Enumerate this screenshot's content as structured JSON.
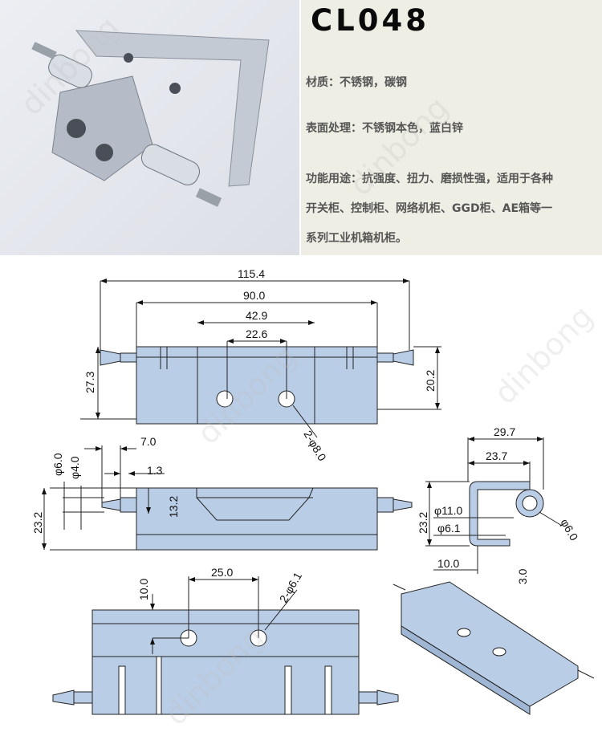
{
  "product": {
    "model": "CL048",
    "material": "材质：不锈钢，碳钢",
    "surface": "表面处理：不锈钢本色，蓝白锌",
    "function_lines": [
      "功能用途：抗强度、扭力、磨损性强，适用于各种",
      "开关柜、控制柜、网络机柜、GGD柜、AE箱等一",
      "系列工业机箱机柜。"
    ]
  },
  "watermark": "dinbong",
  "drawing": {
    "top_view": {
      "overall": "115.4",
      "body": "90.0",
      "center": "42.9",
      "holes": "22.6",
      "height_left": "27.3",
      "height_right": "20.2",
      "hole_note": "2-φ8.0"
    },
    "side_view": {
      "pin_len": "7.0",
      "groove": "1.3",
      "pin_dia": "φ6.0",
      "pin_inner": "φ4.0",
      "height": "23.2",
      "slot": "13.2"
    },
    "end_view": {
      "width": "29.7",
      "inner": "23.7",
      "outer_dia": "φ11.0",
      "inner_dia": "φ6.1",
      "height": "23.2",
      "tab": "10.0",
      "thick": "3.0",
      "pin_dia": "φ6.0"
    },
    "bottom_view": {
      "hole_pitch": "25.0",
      "hole_offset": "10.0",
      "hole_note": "2-φ6.1"
    }
  },
  "colors": {
    "part": "#b9cde6",
    "info_bg": "#eeeee5"
  }
}
